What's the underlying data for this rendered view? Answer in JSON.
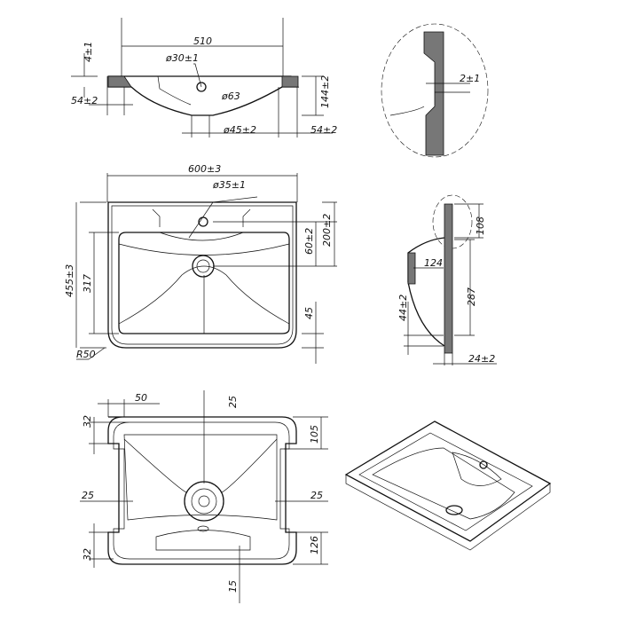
{
  "title": "Washbasin technical drawing",
  "front_section": {
    "width": "510",
    "rim": "4±1",
    "tap_hole": "ø30±1",
    "drain_outer": "ø63",
    "drain_inner": "ø45±2",
    "left_offset": "54±2",
    "right_offset": "54±2",
    "height": "144±2"
  },
  "top_view": {
    "width": "600±3",
    "depth": "455±3",
    "bowl_depth": "317",
    "tap_hole": "ø35±1",
    "drain_to_tap": "60±2",
    "drain_from_back": "200±2",
    "front_margin": "45",
    "corner_radius": "R50"
  },
  "detail": {
    "wall_gap": "2±1"
  },
  "side_section": {
    "top": "108",
    "bowl_reach": "124",
    "bowl_height": "287",
    "front_lip": "44±2",
    "wall_thickness": "24±2"
  },
  "bottom_view": {
    "left_offset": "50",
    "top_rib": "25",
    "left_top": "32",
    "right_top": "105",
    "left_mid": "25",
    "right_mid": "25",
    "left_bottom": "32",
    "right_bottom": "126",
    "bottom_rib": "15"
  }
}
